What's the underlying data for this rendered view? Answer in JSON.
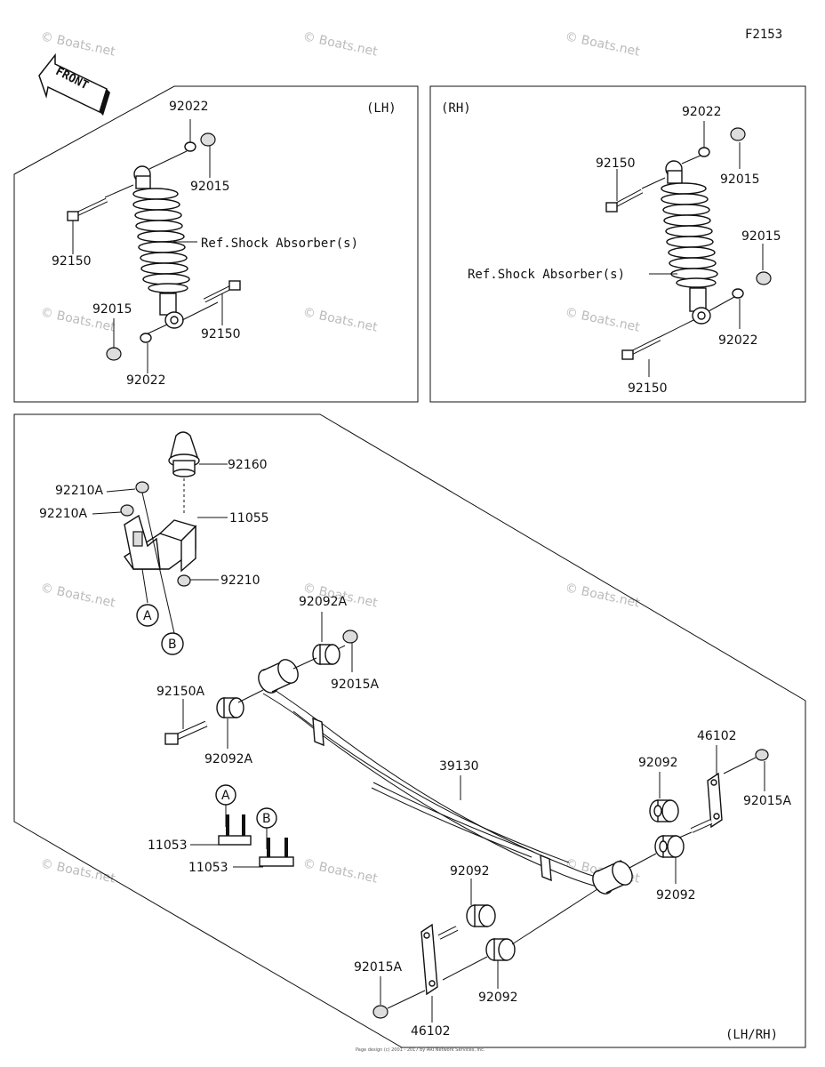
{
  "diagram_code": "F2153",
  "front_label": "FRONT",
  "watermark": "© Boats.net",
  "panels": {
    "lh": {
      "side_label": "(LH)",
      "ref_label": "Ref.Shock Absorber(s)",
      "parts": {
        "washer_top": "92022",
        "nut_top": "92015",
        "bolt_top": "92150",
        "bolt_bottom": "92150",
        "nut_bottom": "92015",
        "washer_bottom": "92022"
      }
    },
    "rh": {
      "side_label": "(RH)",
      "ref_label": "Ref.Shock Absorber(s)",
      "parts": {
        "washer_top": "92022",
        "bolt_top": "92150",
        "nut_top": "92015",
        "nut_bottom": "92015",
        "washer_bottom": "92022",
        "bolt_bottom": "92150"
      }
    },
    "leaf": {
      "side_label": "(LH/RH)",
      "parts": {
        "bump_stop": "92160",
        "nut_a": "92210A",
        "nut_b": "92210A",
        "bracket": "11055",
        "nut_c": "92210",
        "collar_front": "92092A",
        "collar_front_nut": "92015A",
        "bolt_front": "92150A",
        "bushing_front": "92092A",
        "spring": "39130",
        "clamp_a": "11053",
        "clamp_b": "11053",
        "bush_r1": "92092",
        "bush_r2": "92092",
        "bush_l1": "92092",
        "bush_l2": "92092",
        "shackle_r": "46102",
        "shackle_l": "46102",
        "nut_r": "92015A",
        "nut_l": "92015A"
      },
      "callouts": {
        "a": "A",
        "b": "B"
      }
    }
  },
  "footer_small": "Page design (c) 2001 - 2017 by ARI Network Services, Inc."
}
